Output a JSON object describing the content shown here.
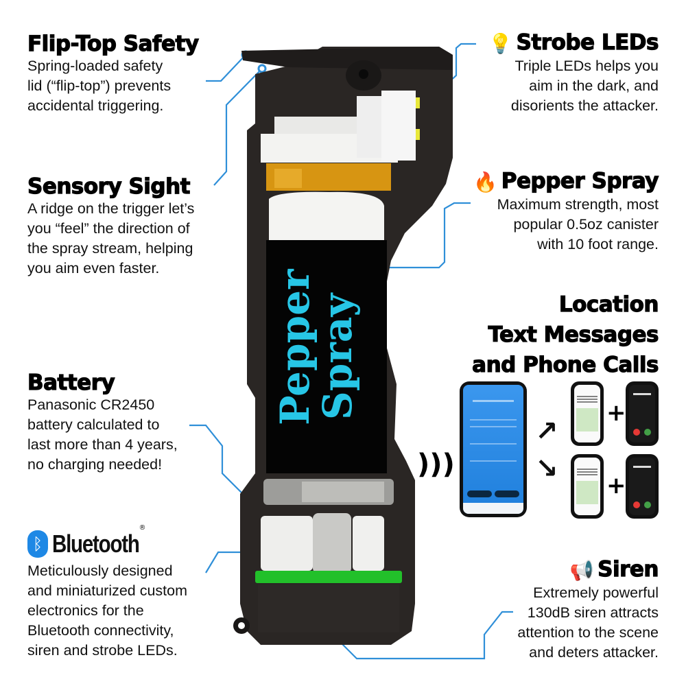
{
  "features": {
    "flip_top": {
      "title": "Flip-Top Safety",
      "desc": "Spring-loaded safety\nlid (“flip-top”) prevents\naccidental triggering."
    },
    "strobe": {
      "icon": "💡",
      "title": "Strobe LEDs",
      "desc": "Triple LEDs helps you\naim in the dark, and\ndisorients the attacker."
    },
    "sensory": {
      "title": "Sensory Sight",
      "desc": "A ridge on the trigger let’s\nyou “feel” the direction of\nthe spray stream, helping\nyou aim even faster."
    },
    "pepper": {
      "icon": "🔥",
      "title": "Pepper Spray",
      "desc": "Maximum strength, most\npopular 0.5oz canister\nwith 10 foot range."
    },
    "location": {
      "title_lines": [
        "Location",
        "Text Messages",
        "and Phone Calls"
      ]
    },
    "battery": {
      "title": "Battery",
      "desc": "Panasonic CR2450\nbattery calculated to\nlast more than 4 years,\nno charging needed!"
    },
    "bluetooth": {
      "logo_text": "Bluetooth",
      "registered": "®",
      "desc": "Meticulously designed\nand miniaturized custom\nelectronics for the\nBluetooth connectivity,\nsiren and strobe LEDs."
    },
    "siren": {
      "icon": "📢",
      "title": "Siren",
      "desc": "Extremely powerful\n130dB siren attracts\nattention to the scene\nand deters attacker."
    }
  },
  "device": {
    "canister_label_line1": "Pepper",
    "canister_label_line2": "Spray"
  },
  "phones": {
    "plus_symbol": "+",
    "arrow_up": "↗",
    "arrow_down": "↘",
    "signal_waves": ")))"
  },
  "colors": {
    "callout_line": "#2f8fd8",
    "canister_text": "#27c6e6",
    "pcb_green": "#22c02a",
    "app_blue": "#2b8ce8"
  }
}
